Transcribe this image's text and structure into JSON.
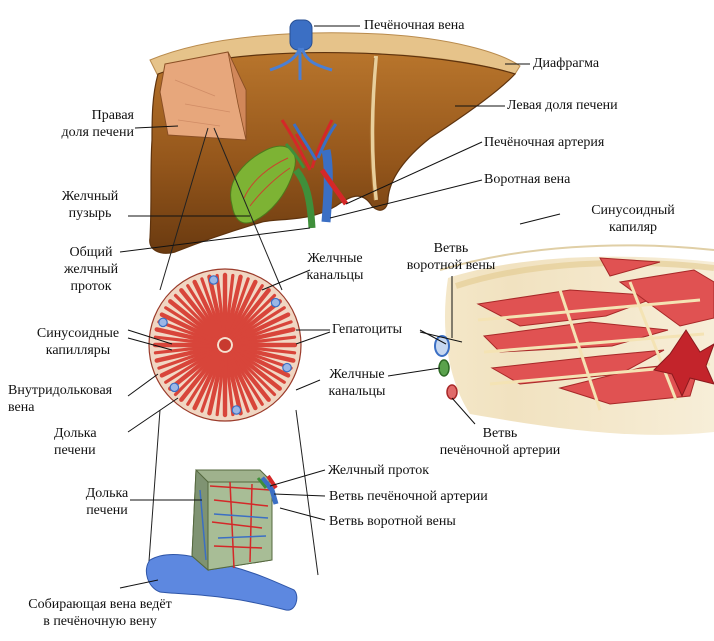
{
  "labels": {
    "hepatic_vein": "Печёночная вена",
    "diaphragm": "Диафрагма",
    "left_lobe": "Левая доля печени",
    "right_lobe_1": "Правая",
    "right_lobe_2": "доля печени",
    "hepatic_artery": "Печёночная артерия",
    "portal_vein": "Воротная вена",
    "gallbladder_1": "Желчный",
    "gallbladder_2": "пузырь",
    "common_bile_duct_1": "Общий",
    "common_bile_duct_2": "желчный",
    "common_bile_duct_3": "проток",
    "bile_canaliculi_top_1": "Желчные",
    "bile_canaliculi_top_2": "канальцы",
    "portal_branch_top_1": "Ветвь",
    "portal_branch_top_2": "воротной вены",
    "sinusoid_capillary_1": "Синусоидный",
    "sinusoid_capillary_2": "капиляр",
    "sinusoid_capillaries_1": "Синусоидные",
    "sinusoid_capillaries_2": "капилляры",
    "hepatocytes": "Гепатоциты",
    "central_vein_1": "Внутридольковая",
    "central_vein_2": "вена",
    "bile_canaliculi_mid_1": "Желчные",
    "bile_canaliculi_mid_2": "канальцы",
    "liver_lobule_mid_1": "Долька",
    "liver_lobule_mid_2": "печени",
    "artery_branch_right_1": "Ветвь",
    "artery_branch_right_2": "печёночной артерии",
    "bile_duct": "Желчный проток",
    "artery_branch_bottom": "Ветвь  печёночной артерии",
    "portal_branch_bottom": "Ветвь воротной вены",
    "liver_lobule_bottom_1": "Долька",
    "liver_lobule_bottom_2": "печени",
    "collecting_vein_1": "Собирающая вена ведёт",
    "collecting_vein_2": "в печёночную вену"
  },
  "colors": {
    "liver": "#9a5a1c",
    "liver_dark": "#6e3c0e",
    "hepatocyte": "#d8453a",
    "artery": "#d42828",
    "vein": "#3b6fc4",
    "bile": "#3f8f3a",
    "diaphragm": "#e9c98f"
  }
}
